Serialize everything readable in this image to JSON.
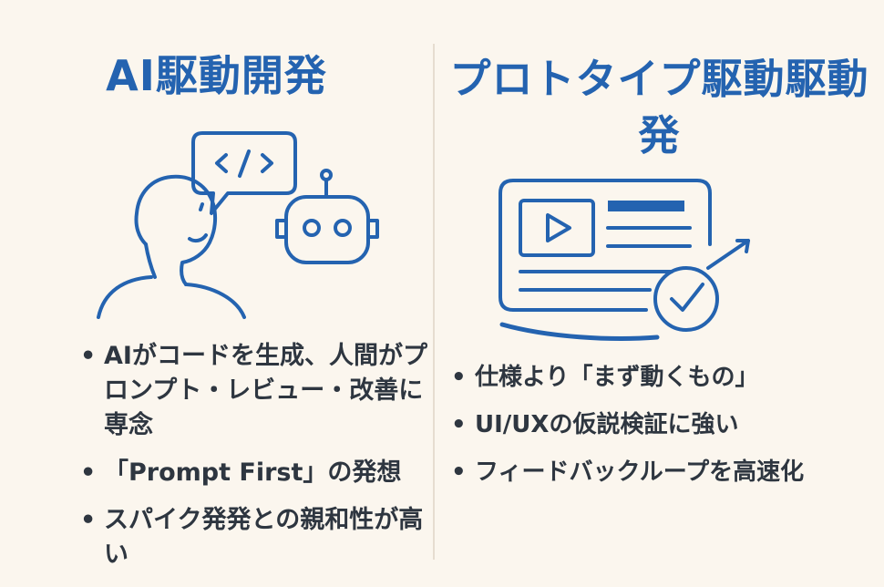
{
  "left": {
    "title": "AI駆動開発",
    "illustration": [
      "person-icon",
      "code-speech-bubble-icon",
      "robot-icon"
    ],
    "bullets": [
      "AIがコードを生成、人間がプロンプト・レビュー・改善に専念",
      "「Prompt First」の発想",
      "スパイク発発との親和性が高い"
    ]
  },
  "right": {
    "title": "プロトタイプ駆動駆動発",
    "illustration": [
      "browser-window-icon",
      "video-play-icon",
      "checkmark-badge-icon",
      "arrow-up-right-icon"
    ],
    "bullets": [
      "仕様より「まず動くもの」",
      "UI/UXの仮説検証に強い",
      "フィードバックループを高速化"
    ]
  },
  "colors": {
    "background": "#fbf6ee",
    "accent": "#2463b0",
    "text": "#2e3640",
    "divider": "#e6ddd0"
  }
}
